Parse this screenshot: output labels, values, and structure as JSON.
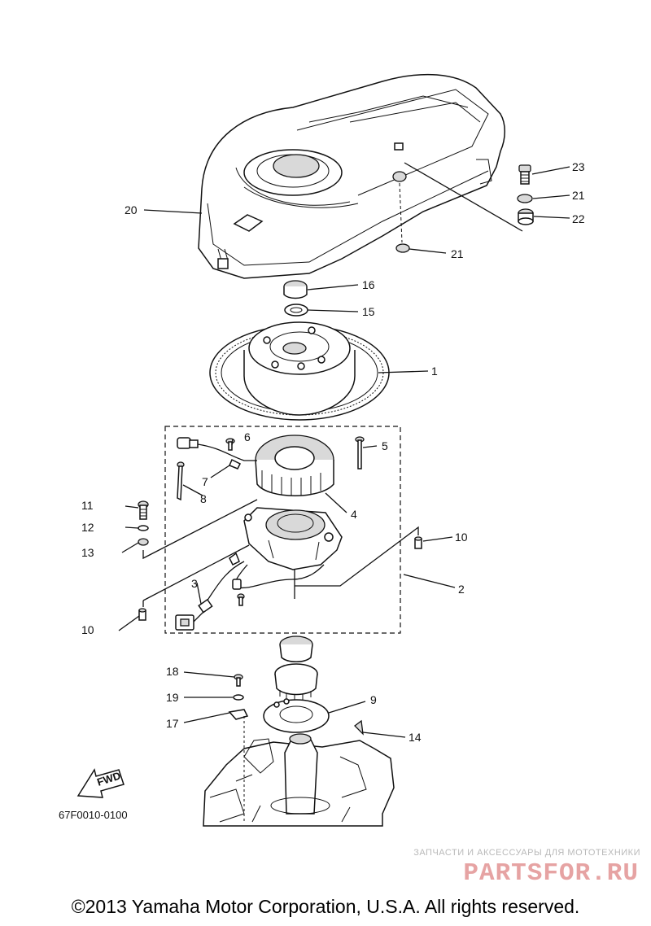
{
  "callouts": {
    "c1": "1",
    "c2": "2",
    "c3": "3",
    "c4": "4",
    "c5": "5",
    "c6": "6",
    "c7": "7",
    "c8": "8",
    "c9": "9",
    "c10a": "10",
    "c10b": "10",
    "c11": "11",
    "c12": "12",
    "c13": "13",
    "c14": "14",
    "c15": "15",
    "c16": "16",
    "c17": "17",
    "c18": "18",
    "c19": "19",
    "c20": "20",
    "c21a": "21",
    "c21b": "21",
    "c22": "22",
    "c23": "23"
  },
  "fwd_label": "FWD",
  "diagram_code": "67F0010-0100",
  "watermark": {
    "tagline": "ЗАПЧАСТИ И АКСЕССУАРЫ ДЛЯ МОТОТЕХНИКИ",
    "logo": "PARTSFOR.RU"
  },
  "copyright": "©2013 Yamaha Motor Corporation, U.S.A. All rights reserved."
}
